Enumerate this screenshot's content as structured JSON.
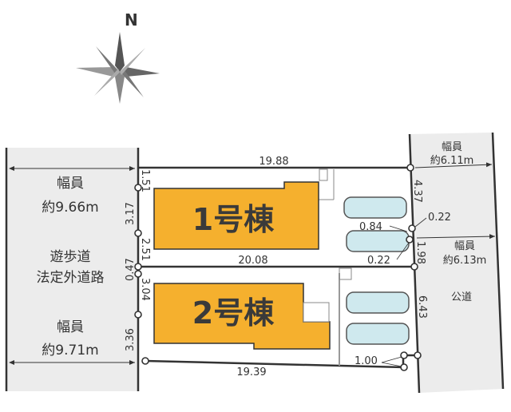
{
  "compass": {
    "north_label": "N"
  },
  "left_road": {
    "width_top_label": "幅員",
    "width_top_value": "約9.66m",
    "type_line1": "遊歩道",
    "type_line2": "法定外道路",
    "width_bottom_label": "幅員",
    "width_bottom_value": "約9.71m"
  },
  "right_road": {
    "width_top_label": "幅員",
    "width_top_value": "約6.11m",
    "width_mid_label": "幅員",
    "width_mid_value": "約6.13m",
    "type": "公道"
  },
  "buildings": [
    {
      "label": "1号棟",
      "color": "#f5b02e"
    },
    {
      "label": "2号棟",
      "color": "#f5b02e"
    }
  ],
  "dimensions": {
    "lot1_top": "19.88",
    "lot_divider": "20.08",
    "lot2_bottom": "19.39",
    "left_1": "1.51",
    "left_2": "3.17",
    "left_3": "2.51",
    "left_4": "0.47",
    "left_5": "3.04",
    "left_6": "3.36",
    "right_1": "4.37",
    "right_2": "0.22",
    "right_3": "0.84",
    "right_4": "0.22",
    "right_5": "1.98",
    "right_6": "6.43",
    "right_7": "1.00"
  }
}
